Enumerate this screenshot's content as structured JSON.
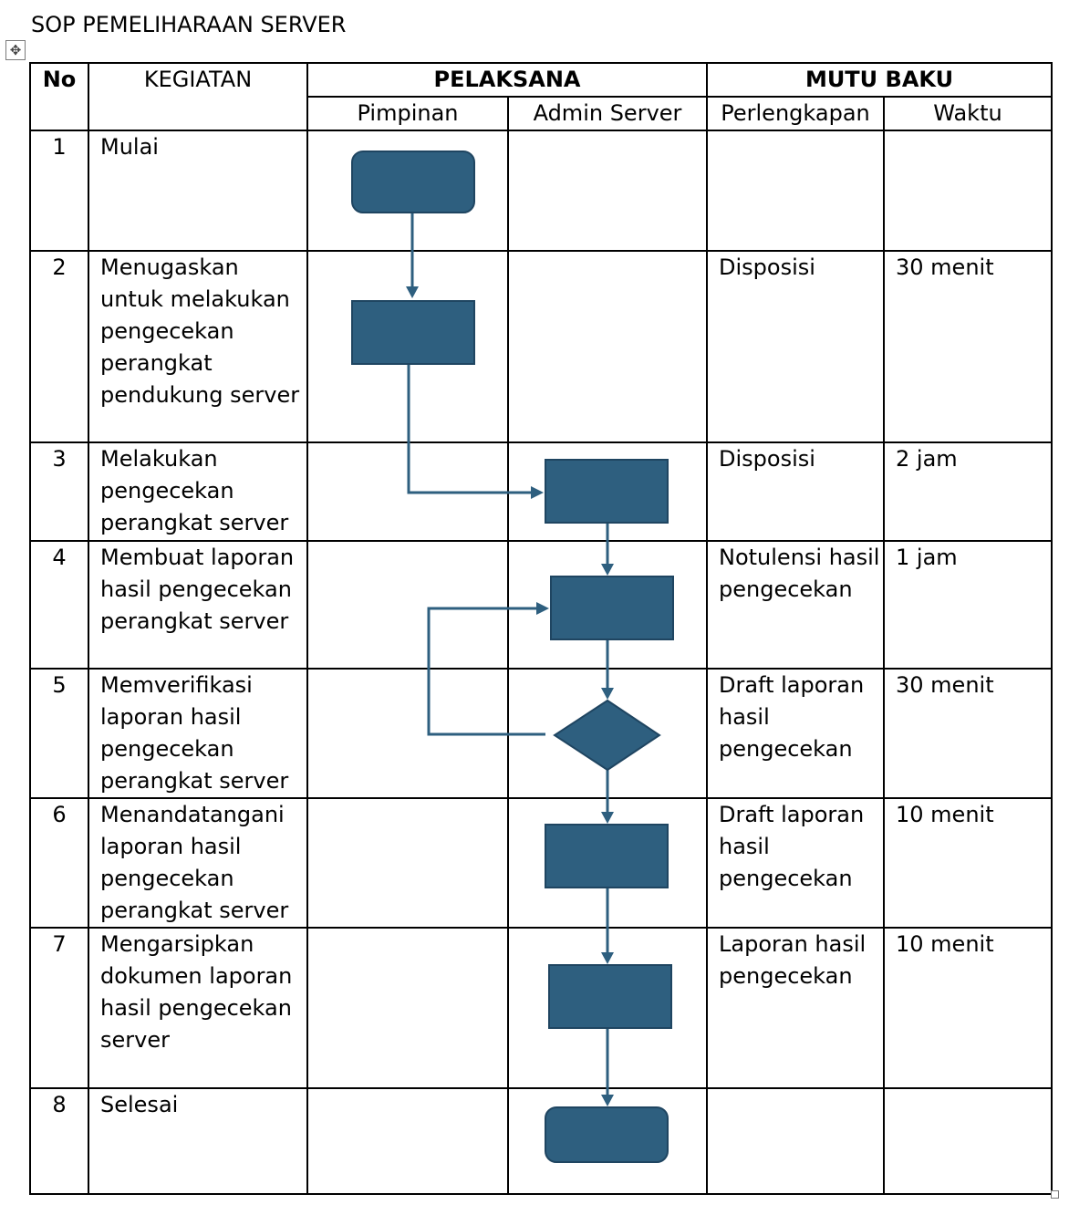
{
  "document": {
    "title": "SOP PEMELIHARAAN SERVER",
    "move_handle_icon": "move-icon"
  },
  "table": {
    "headers": {
      "no": "No",
      "kegiatan": "KEGIATAN",
      "pelaksana": "PELAKSANA",
      "mutu_baku": "MUTU BAKU",
      "pimpinan": "Pimpinan",
      "admin_server": "Admin Server",
      "perlengkapan": "Perlengkapan",
      "waktu": "Waktu"
    },
    "rows": [
      {
        "no": "1",
        "kegiatan": "Mulai",
        "perlengkapan": "",
        "waktu": ""
      },
      {
        "no": "2",
        "kegiatan": "Menugaskan untuk melakukan pengecekan perangkat pendukung server",
        "perlengkapan": "Disposisi",
        "waktu": "30 menit"
      },
      {
        "no": "3",
        "kegiatan": "Melakukan pengecekan perangkat server",
        "perlengkapan": "Disposisi",
        "waktu": "2 jam"
      },
      {
        "no": "4",
        "kegiatan": "Membuat laporan hasil pengecekan perangkat server",
        "perlengkapan": "Notulensi hasil pengecekan",
        "waktu": "1 jam"
      },
      {
        "no": "5",
        "kegiatan": "Memverifikasi laporan hasil pengecekan perangkat server",
        "perlengkapan": "Draft laporan hasil pengecekan",
        "waktu": "30 menit"
      },
      {
        "no": "6",
        "kegiatan": "Menandatangani laporan hasil pengecekan perangkat server",
        "perlengkapan": "Draft laporan hasil pengecekan",
        "waktu": "10 menit"
      },
      {
        "no": "7",
        "kegiatan": "Mengarsipkan dokumen laporan hasil pengecekan server",
        "perlengkapan": "Laporan hasil pengecekan",
        "waktu": "10 menit"
      },
      {
        "no": "8",
        "kegiatan": "Selesai",
        "perlengkapan": "",
        "waktu": ""
      }
    ]
  },
  "colors": {
    "shape_fill": "#2e5f7f",
    "shape_border": "#1f4561"
  }
}
